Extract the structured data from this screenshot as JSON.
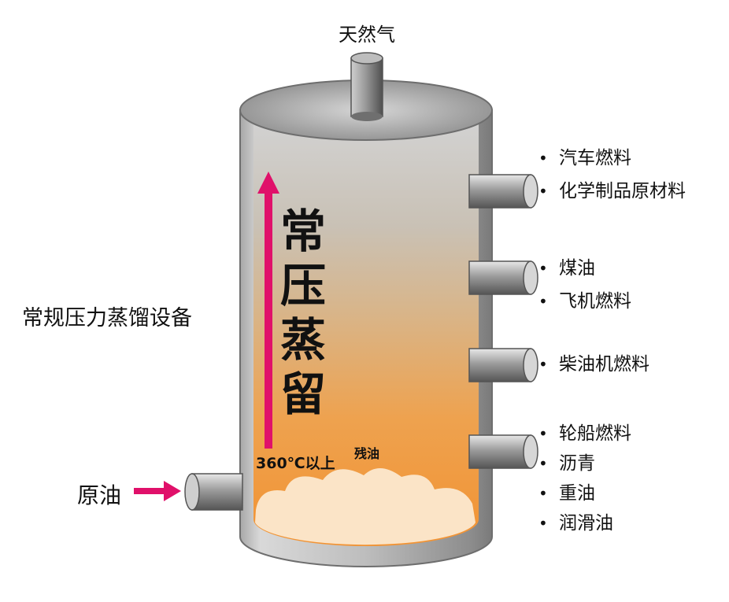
{
  "top_output": "天然气",
  "side_title": "常规压力蒸馏设备",
  "input_label": "原油",
  "column_title": [
    "常",
    "压",
    "蒸",
    "留"
  ],
  "temperature_label": "360℃以上",
  "residue_label": "残油",
  "outlets": [
    {
      "products": [
        "汽车燃料",
        "化学制品原材料"
      ]
    },
    {
      "products": [
        "煤油",
        "飞机燃料"
      ]
    },
    {
      "products": [
        "柴油机燃料"
      ]
    },
    {
      "products": [
        "轮船燃料",
        "沥青",
        "重油",
        "润滑油"
      ]
    }
  ],
  "colors": {
    "arrow": "#e0106a",
    "liquid": "#f0902e",
    "steel": "#8f8f8f"
  }
}
